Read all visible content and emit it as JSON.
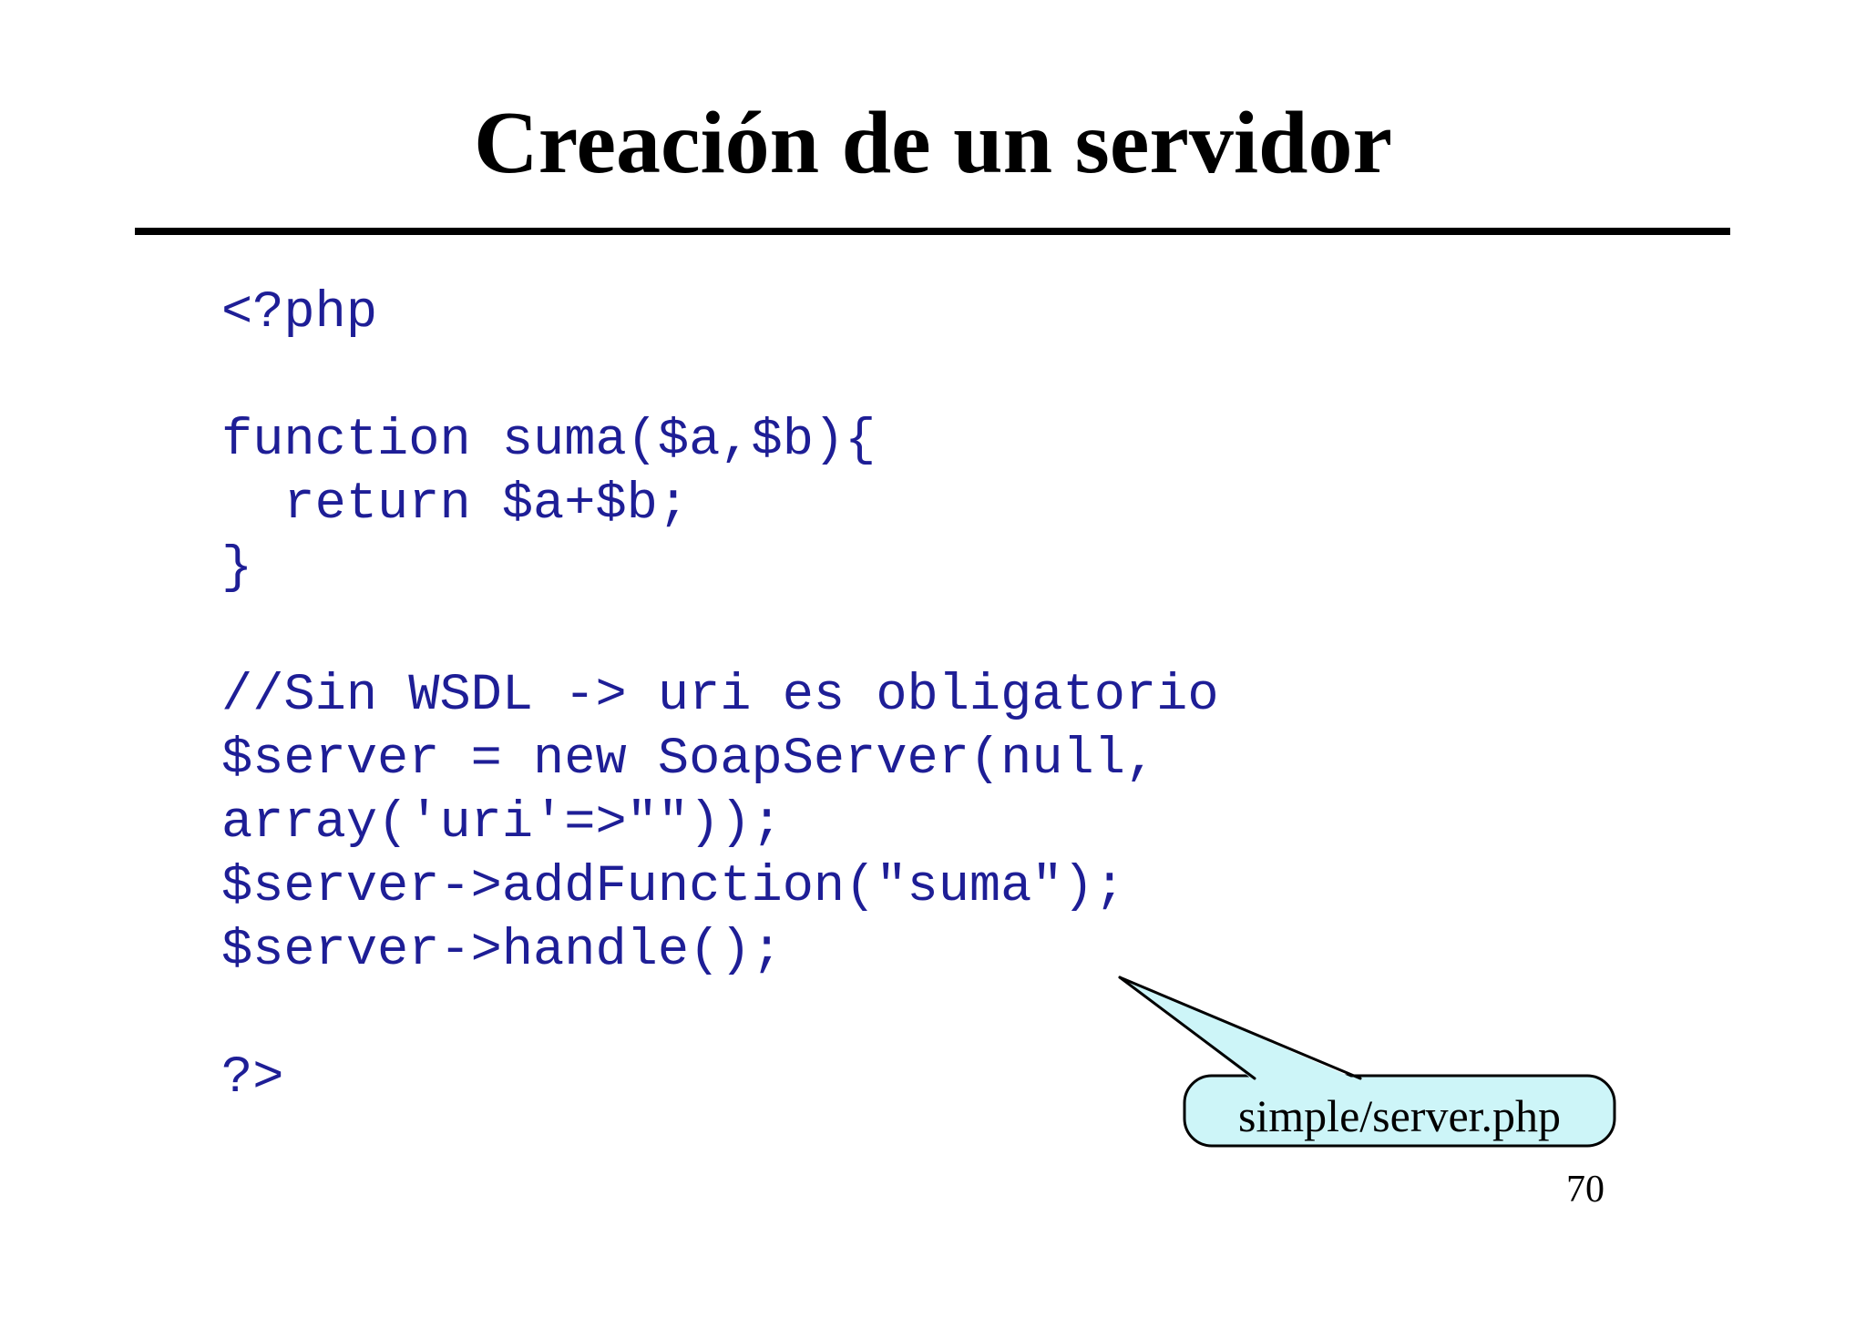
{
  "slide": {
    "title": "Creación de un servidor",
    "code": {
      "text": "<?php\n\nfunction suma($a,$b){\n  return $a+$b;\n}\n\n//Sin WSDL -> uri es obligatorio\n$server = new SoapServer(null,\narray('uri'=>\"\"));\n$server->addFunction(\"suma\");\n$server->handle();\n\n?>",
      "color": "#1e1e96"
    },
    "callout": {
      "label": "simple/server.php",
      "fill": "#cdf5f8",
      "stroke": "#000000"
    },
    "page_number": "70",
    "colors": {
      "background": "#ffffff",
      "title": "#000000",
      "rule": "#000000"
    }
  }
}
